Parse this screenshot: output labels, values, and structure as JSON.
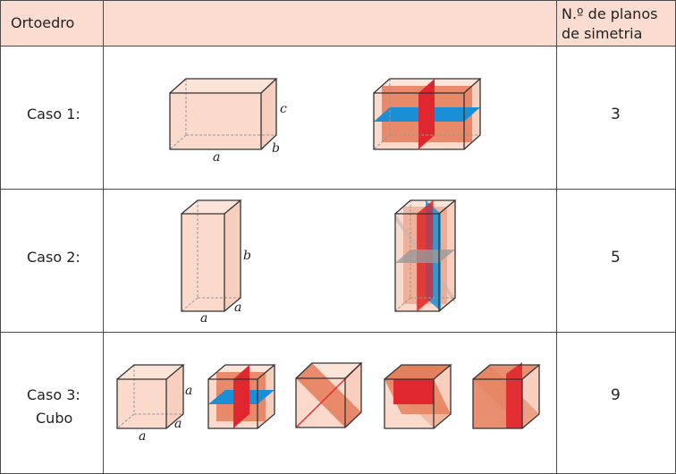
{
  "header": {
    "col1": "Ortoedro",
    "col3_line1": "N.º de planos",
    "col3_line2": "de simetria"
  },
  "rows": [
    {
      "label": "Caso 1:",
      "count": "3",
      "dims": [
        "a",
        "b",
        "c"
      ]
    },
    {
      "label": "Caso 2:",
      "count": "5",
      "dims": [
        "a",
        "a",
        "b"
      ]
    },
    {
      "label_line1": "Caso 3:",
      "label_line2": "Cubo",
      "count": "9",
      "dims": [
        "a",
        "a",
        "a"
      ]
    }
  ],
  "colors": {
    "header_bg": "#fbdcd0",
    "box_fill": "#fbd9cb",
    "plane_orange": "#e5805e",
    "plane_red": "#e0262e",
    "plane_blue": "#1a8fd6",
    "edge": "#333333"
  }
}
